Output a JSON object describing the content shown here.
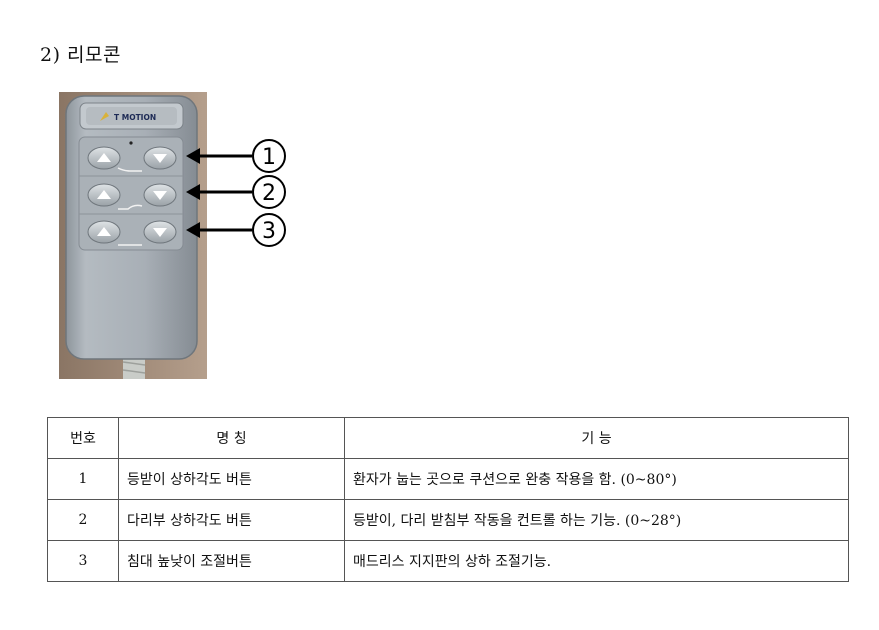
{
  "section": {
    "title": "2) 리모콘"
  },
  "remote": {
    "brand": "T MOTION",
    "callouts": [
      "1",
      "2",
      "3"
    ]
  },
  "table": {
    "headers": [
      "번호",
      "명 칭",
      "기 능"
    ],
    "rows": [
      {
        "no": "1",
        "name": "등받이 상하각도 버튼",
        "function": "환자가 눕는 곳으로 쿠션으로 완충 작용을 함. (0~80°)"
      },
      {
        "no": "2",
        "name": "다리부 상하각도 버튼",
        "function": "등받이, 다리 받침부 작동을 컨트롤 하는 기능. (0~28°)"
      },
      {
        "no": "3",
        "name": "침대 높낮이 조절버튼",
        "function": "매드리스 지지판의 상하 조절기능."
      }
    ]
  }
}
